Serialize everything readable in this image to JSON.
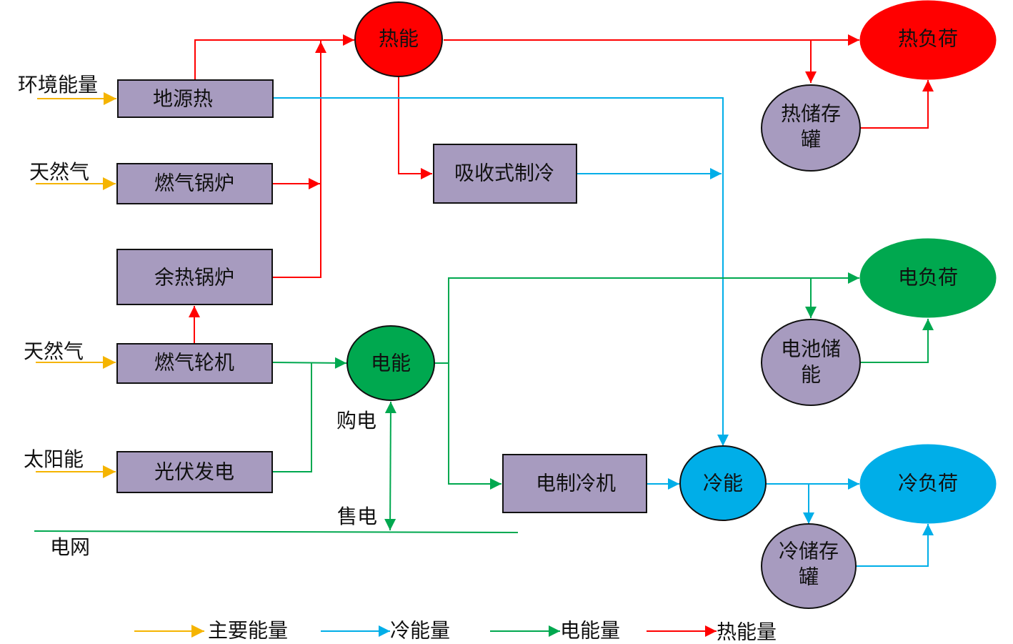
{
  "colors": {
    "primary": "#f5b400",
    "cold": "#00aee8",
    "electric": "#00a84f",
    "heat": "#ff0000",
    "equipment": "#a79bbf"
  },
  "inputs": {
    "env_energy": "环境能量",
    "natural_gas_1": "天然气",
    "natural_gas_2": "天然气",
    "solar": "太阳能"
  },
  "equipment": {
    "ground_source_heat": "地源热",
    "gas_boiler": "燃气锅炉",
    "waste_heat_boiler": "余热锅炉",
    "gas_turbine": "燃气轮机",
    "pv": "光伏发电",
    "absorption_chiller": "吸收式制冷",
    "electric_chiller": "电制冷机"
  },
  "hubs": {
    "heat_energy": "热能",
    "electric_energy": "电能",
    "cold_energy": "冷能"
  },
  "storage": {
    "heat_storage_line1": "热储存",
    "heat_storage_line2": "罐",
    "battery_line1": "电池储",
    "battery_line2": "能",
    "cold_storage_line1": "冷储存",
    "cold_storage_line2": "罐"
  },
  "loads": {
    "heat_load": "热负荷",
    "electric_load": "电负荷",
    "cold_load": "冷负荷"
  },
  "grid": {
    "buy": "购电",
    "sell": "售电",
    "grid_label": "电网"
  },
  "legend": [
    {
      "label": "主要能量",
      "color": "#f5b400"
    },
    {
      "label": "冷能量",
      "color": "#00aee8"
    },
    {
      "label": "电能量",
      "color": "#00a84f"
    },
    {
      "label": "热能量",
      "color": "#ff0000"
    }
  ]
}
